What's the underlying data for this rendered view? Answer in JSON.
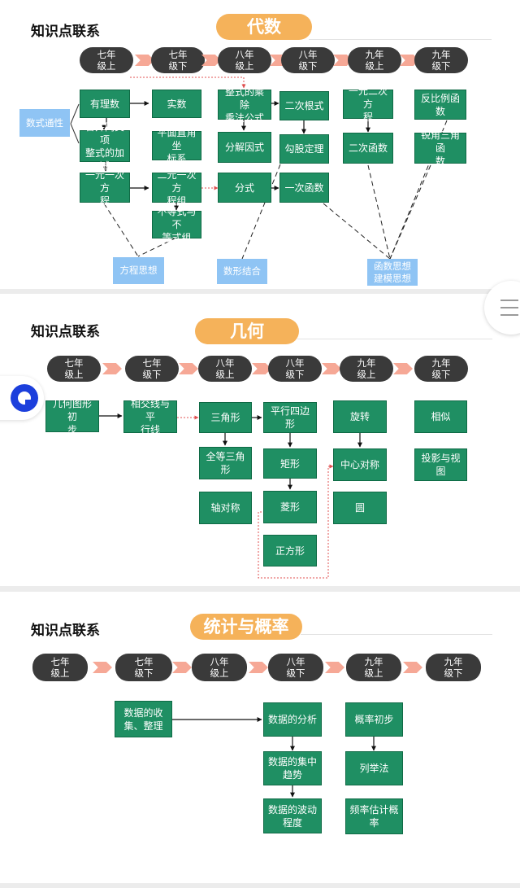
{
  "algebra": {
    "section_title": "知识点联系",
    "topic": "代数",
    "grades": [
      "七年\n级上",
      "七年\n级下",
      "八年\n级上",
      "八年\n级下",
      "九年\n级上",
      "九年\n级下"
    ],
    "nodes": {
      "shushi_tongxing": "数式通性",
      "youlishu": "有理数",
      "shishu": "实数",
      "zhengshi_chengchu": "整式的乘除\n乘法公式",
      "erci_genshi": "二次根式",
      "yiyuan_erci": "一元二次方\n程",
      "fanbili": "反比例函数",
      "hebing_tonglei": "合并同类项\n整式的加减",
      "pingmian_zuobiao": "平面直角坐\n标系",
      "fenjie_yinshi": "分解因式",
      "gougu": "勾股定理",
      "erci_hanshu": "二次函数",
      "ruijiao_sanjiao": "锐角三角函\n数",
      "yiyuan_yici": "一元一次方\n程",
      "eryuan_yici": "二元一次方\n程组",
      "fenshi": "分式",
      "yici_hanshu": "一次函数",
      "budengshi": "不等式与不\n等式组",
      "fangcheng_sixiang": "方程思想",
      "shuxing_jiehe": "数形结合",
      "hanshu_sixiang": "函数思想\n建模思想"
    }
  },
  "geometry": {
    "section_title": "知识点联系",
    "topic": "几何",
    "grades": [
      "七年\n级上",
      "七年\n级下",
      "八年\n级上",
      "八年\n级下",
      "九年\n级上",
      "九年\n级下"
    ],
    "nodes": {
      "jihe_chubu": "几何图形初\n步",
      "xiangjiao": "相交线与平\n行线",
      "sanjiaoxing": "三角形",
      "pingxing_sibian": "平行四边形",
      "xuanzhuan": "旋转",
      "xiangsi": "相似",
      "quandeng": "全等三角形",
      "juxing": "矩形",
      "zhongxin_duicheng": "中心对称",
      "touying": "投影与视图",
      "zhou_duicheng": "轴对称",
      "lingxing": "菱形",
      "yuan": "圆",
      "zhengfangxing": "正方形"
    }
  },
  "statistics": {
    "section_title": "知识点联系",
    "topic": "统计与概率",
    "grades": [
      "七年\n级上",
      "七年\n级下",
      "八年\n级上",
      "八年\n级下",
      "九年\n级上",
      "九年\n级下"
    ],
    "nodes": {
      "shouji_zhengli": "数据的收\n集、整理",
      "fenxi": "数据的分析",
      "gailv_chubu": "概率初步",
      "jizhong_qushi": "数据的集中\n趋势",
      "liejufa": "列举法",
      "bodong": "数据的波动\n程度",
      "pinlv_guji": "频率估计概\n率"
    }
  },
  "colors": {
    "node_green": "#1f8f63",
    "idea_blue": "#8fc4f4",
    "grade_dark": "#3a3a3a",
    "topic_orange": "#f5b25a",
    "chevron_salmon": "#f6a896",
    "dotted_red": "#e05050"
  },
  "icons": {
    "scroll_menu": "menu-lines-icon",
    "floating_app": "ring-app-icon"
  }
}
